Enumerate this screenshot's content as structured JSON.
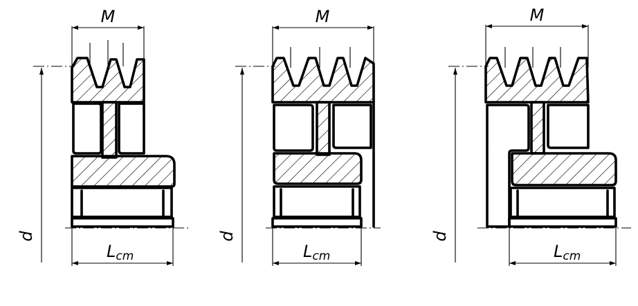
{
  "labels": {
    "width": "M",
    "diameter": "d",
    "length_main": "L",
    "length_sub": "cm"
  },
  "pulleys": [
    {
      "variant": "hub-one-side"
    },
    {
      "variant": "hub-both-sides"
    },
    {
      "variant": "hub-offset"
    }
  ]
}
